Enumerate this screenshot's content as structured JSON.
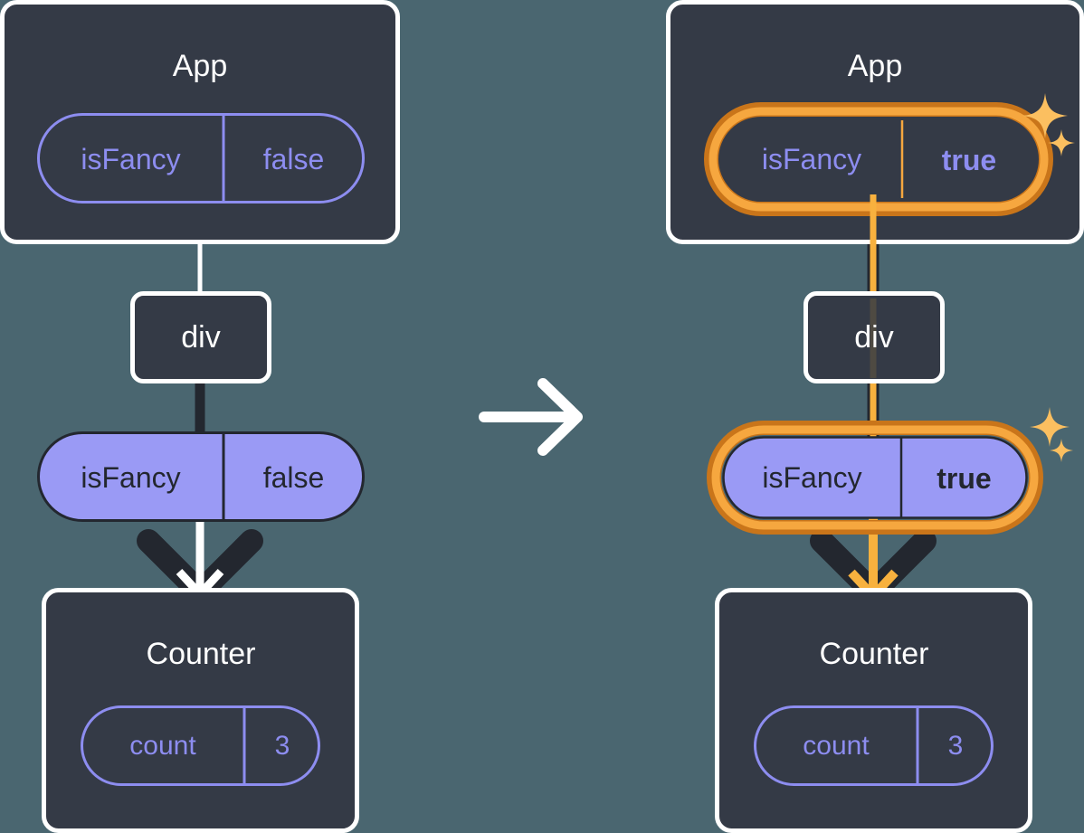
{
  "diagram": {
    "type": "react-state-propagation",
    "background_color": "#4a6670",
    "transition_icon": "right-arrow-icon",
    "colors": {
      "panel_fill": "#343a46",
      "panel_border": "#ffffff",
      "pill_outline": "#8d8df0",
      "pill_fill": "#9a9af5",
      "pill_text_dark": "#23272f",
      "highlight_outer": "#c9751a",
      "highlight_inner": "#f6a73f",
      "sparkle": "#fbbf60",
      "edge_dark": "#23272f",
      "edge_light": "#ffffff",
      "arrow_orange": "#f8b13e"
    },
    "panels": [
      {
        "id": "before",
        "app": {
          "title": "App",
          "state": {
            "name": "isFancy",
            "value": "false",
            "highlighted": false,
            "bold_value": false,
            "style": "outline"
          }
        },
        "div": {
          "title": "div"
        },
        "prop": {
          "name": "isFancy",
          "value": "false",
          "highlighted": false,
          "bold_value": false,
          "style": "filled"
        },
        "counter": {
          "title": "Counter",
          "state": {
            "name": "count",
            "value": "3",
            "highlighted": false,
            "bold_value": false,
            "style": "outline"
          }
        },
        "sparkles": false,
        "edge_color": "edge_light"
      },
      {
        "id": "after",
        "app": {
          "title": "App",
          "state": {
            "name": "isFancy",
            "value": "true",
            "highlighted": true,
            "bold_value": true,
            "style": "outline"
          }
        },
        "div": {
          "title": "div"
        },
        "prop": {
          "name": "isFancy",
          "value": "true",
          "highlighted": true,
          "bold_value": true,
          "style": "filled"
        },
        "counter": {
          "title": "Counter",
          "state": {
            "name": "count",
            "value": "3",
            "highlighted": false,
            "bold_value": false,
            "style": "outline"
          }
        },
        "sparkles": true,
        "edge_color": "arrow_orange"
      }
    ]
  }
}
